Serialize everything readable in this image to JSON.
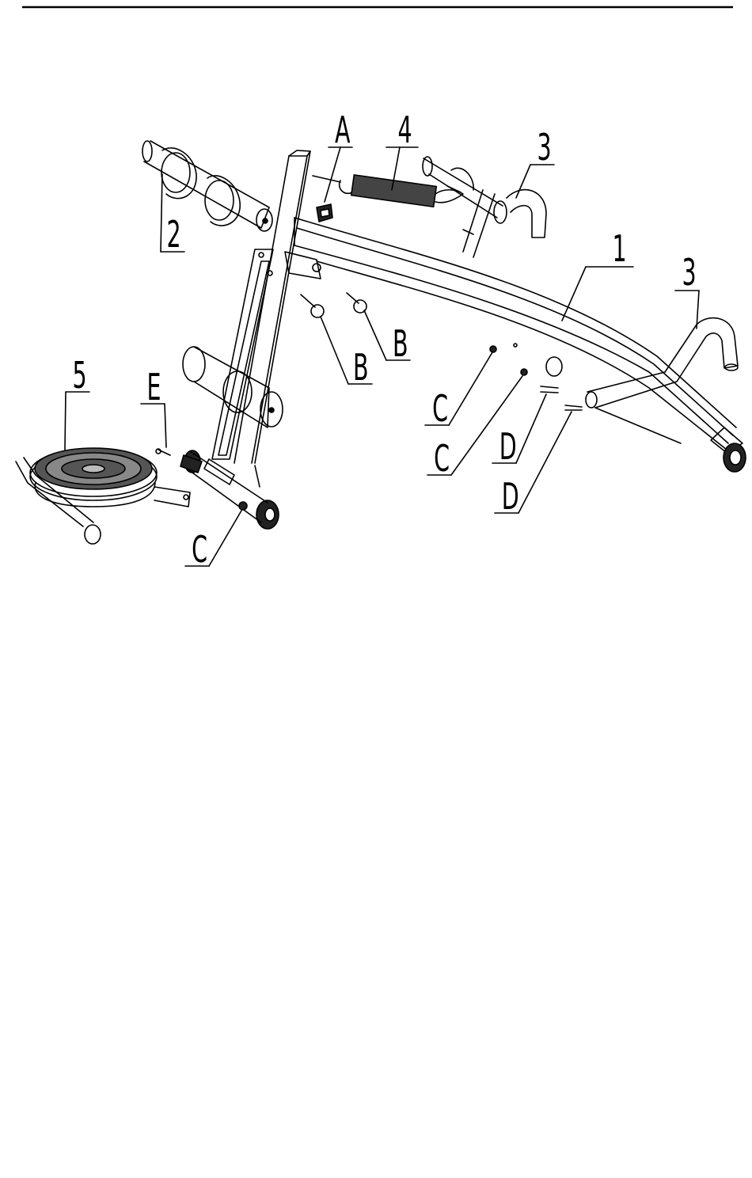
{
  "diagram": {
    "labels": {
      "part_1": "1",
      "part_2": "2",
      "part_3_upper": "3",
      "part_3_right": "3",
      "part_4": "4",
      "part_5": "5",
      "hardware_a": "A",
      "hardware_b_left": "B",
      "hardware_b_right": "B",
      "hardware_c_left": "C",
      "hardware_c_mid_upper": "C",
      "hardware_c_mid_lower": "C",
      "hardware_d_upper": "D",
      "hardware_d_lower": "D",
      "hardware_e": "E"
    }
  }
}
